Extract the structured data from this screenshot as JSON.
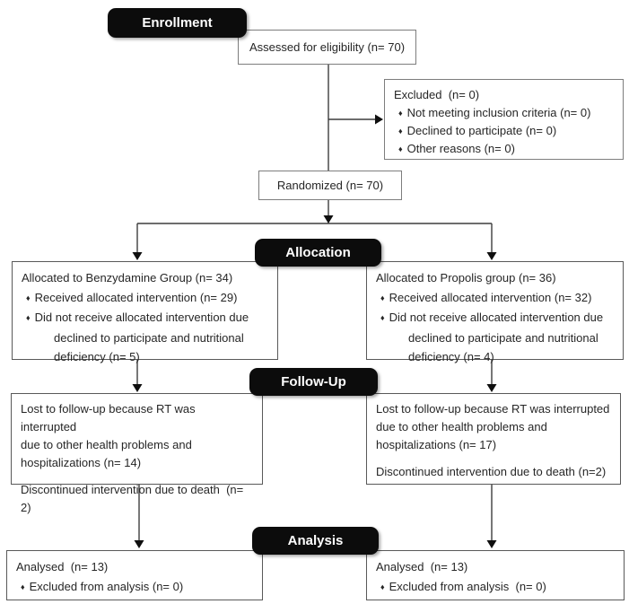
{
  "colors": {
    "header_bg": "#0c0c0c",
    "header_text": "#ffffff",
    "box_border": "#595959",
    "line": "#3d3d3d",
    "text": "#262626",
    "background": "#ffffff"
  },
  "bullet_char": "♦",
  "headers": {
    "enrollment": "Enrollment",
    "allocation": "Allocation",
    "follow_up": "Follow-Up",
    "analysis": "Analysis"
  },
  "enrollment": {
    "assessed": "Assessed for eligibility (n= 70)",
    "excluded": {
      "title": "Excluded  (n= 0)",
      "bullet1": "Not meeting inclusion criteria (n= 0)",
      "bullet2": "Declined to participate (n= 0)",
      "bullet3": "Other reasons (n= 0)"
    },
    "randomized": "Randomized (n= 70)"
  },
  "allocation": {
    "left": {
      "title": "Allocated to Benzydamine Group (n= 34)",
      "bullet1": "Received allocated intervention (n= 29)",
      "bullet2_line1": "Did not receive allocated intervention due",
      "bullet2_line2": "declined to participate and nutritional",
      "bullet2_line3": "deficiency (n= 5)"
    },
    "right": {
      "title": "Allocated to Propolis group (n= 36)",
      "bullet1": "Received allocated intervention (n= 32)",
      "bullet2_line1": "Did not receive allocated intervention due",
      "bullet2_line2": "declined to participate and nutritional",
      "bullet2_line3": "deficiency (n= 4)"
    }
  },
  "follow_up": {
    "left": {
      "line1": "Lost to follow-up because RT was interrupted",
      "line2": "due to other health problems and",
      "line3": "hospitalizations (n= 14)",
      "line4": "Discontinued intervention due to death  (n= 2)"
    },
    "right": {
      "line1": "Lost to follow-up because RT was interrupted",
      "line2": "due to other health problems and",
      "line3": "hospitalizations (n= 17)",
      "line4": "Discontinued intervention due to death (n=2)"
    }
  },
  "analysis": {
    "left": {
      "title": "Analysed  (n= 13)",
      "bullet1": "Excluded from analysis (n= 0)"
    },
    "right": {
      "title": "Analysed  (n= 13)",
      "bullet1": "Excluded from analysis  (n= 0)"
    }
  }
}
